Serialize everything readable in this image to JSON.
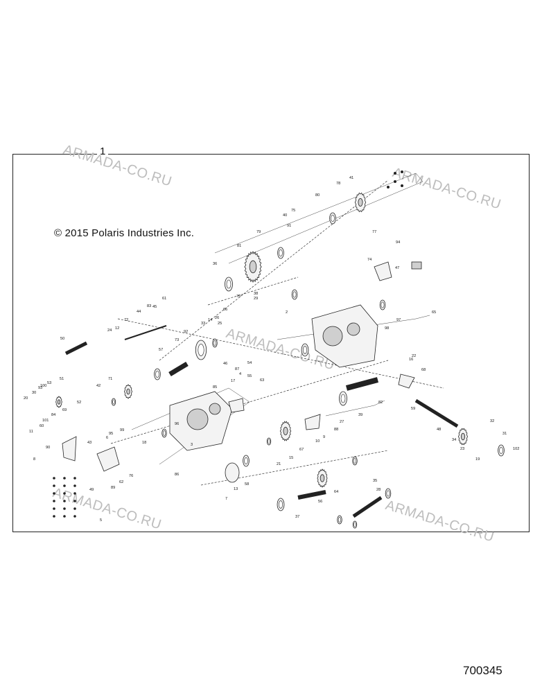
{
  "diagram": {
    "assembly_callout": "1",
    "copyright": "© 2015 Polaris Industries Inc.",
    "figure_number": "700345",
    "watermark": "ARMADA-CO.RU",
    "part_callouts": [
      "1",
      "2",
      "3",
      "4",
      "5",
      "6",
      "7",
      "8",
      "9",
      "10",
      "11",
      "12",
      "13",
      "14",
      "15",
      "16",
      "17",
      "18",
      "19",
      "20",
      "21",
      "22",
      "23",
      "24",
      "25",
      "26",
      "27",
      "28",
      "29",
      "30",
      "31",
      "32",
      "33",
      "34",
      "35",
      "36",
      "37",
      "38",
      "39",
      "40",
      "41",
      "42",
      "43",
      "44",
      "45",
      "46",
      "47",
      "48",
      "49",
      "50",
      "51",
      "52",
      "53",
      "54",
      "55",
      "56",
      "57",
      "58",
      "59",
      "60",
      "61",
      "62",
      "63",
      "64",
      "65",
      "66",
      "67",
      "68",
      "69",
      "70",
      "71",
      "72",
      "73",
      "74",
      "75",
      "76",
      "77",
      "78",
      "79",
      "80",
      "81",
      "82",
      "83",
      "84",
      "85",
      "86",
      "87",
      "88",
      "89",
      "90",
      "91",
      "92",
      "93",
      "94",
      "95",
      "96",
      "97",
      "98",
      "99",
      "100",
      "101",
      "102"
    ]
  }
}
